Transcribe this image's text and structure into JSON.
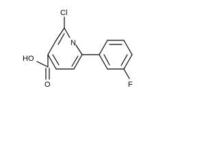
{
  "molecule": {
    "atoms": {
      "chlorine": "Cl",
      "nitrogen": "N",
      "hydroxyl": "HO",
      "carbonyl_oxygen": "O",
      "fluorine": "F"
    },
    "colors": {
      "bond": "#000000",
      "label": "#000000",
      "background": "#ffffff"
    }
  }
}
